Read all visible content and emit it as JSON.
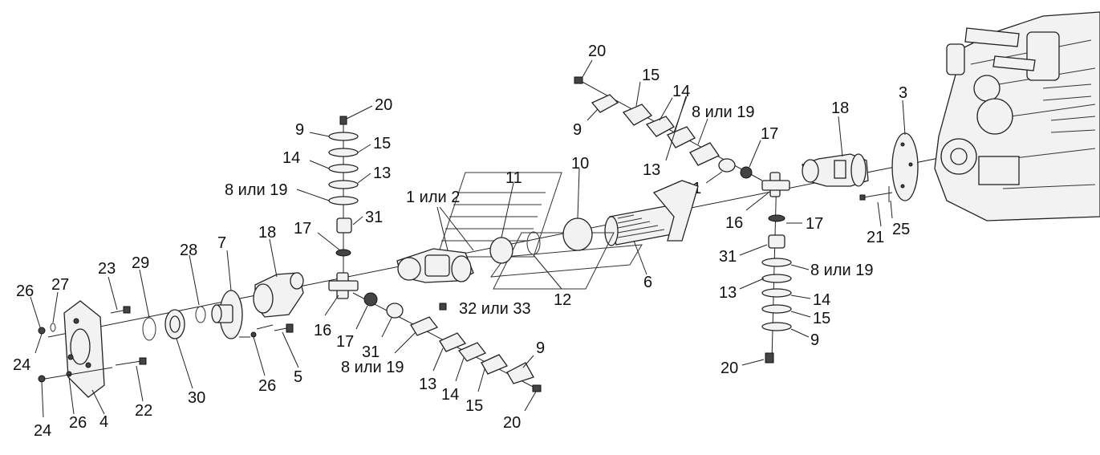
{
  "labels": {
    "l20_top": "20",
    "l15_top": "15",
    "l14_top": "14",
    "l9_top": "9",
    "l8_19_top": "8 или 19",
    "l17_top": "17",
    "l13_top": "13",
    "l18_right": "18",
    "l3": "3",
    "l31_top": "31",
    "l16_right": "16",
    "l17_right": "17",
    "l21": "21",
    "l25": "25",
    "l31_right": "31",
    "l8_19_right": "8 или 19",
    "l13_right": "13",
    "l14_right": "14",
    "l15_right": "15",
    "l9_right": "9",
    "l20_right": "20",
    "l6": "6",
    "l12": "12",
    "l10": "10",
    "l11": "11",
    "l1_2": "1 или 2",
    "l32_33": "32 или 33",
    "l20_left": "20",
    "l9_left": "9",
    "l15_left": "15",
    "l14_left": "14",
    "l13_left": "13",
    "l8_19_left": "8 или 19",
    "l31_left": "31",
    "l17_left": "17",
    "l18_left": "18",
    "l7": "7",
    "l28": "28",
    "l29": "29",
    "l23": "23",
    "l27": "27",
    "l26_a": "26",
    "l24_a": "24",
    "l24_b": "24",
    "l26_b": "26",
    "l4": "4",
    "l22": "22",
    "l30": "30",
    "l26_c": "26",
    "l5": "5",
    "l16_left": "16",
    "l17_bottom": "17",
    "l31_bottom": "31",
    "l8_19_bottom": "8 или 19",
    "l13_bottom": "13",
    "l14_bottom": "14",
    "l15_bottom": "15",
    "l9_bottom": "9",
    "l20_bottom": "20"
  }
}
